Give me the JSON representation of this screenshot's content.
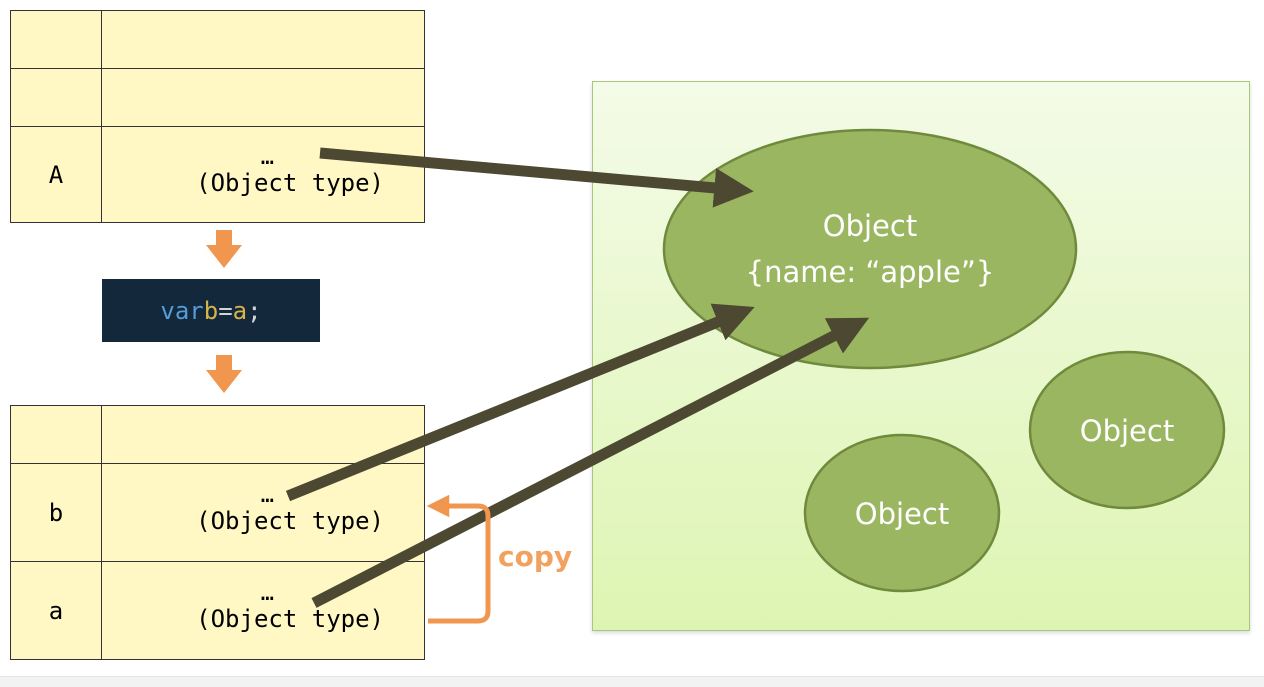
{
  "stack_top": {
    "rows": [
      {
        "name": "",
        "dots": "",
        "value": ""
      },
      {
        "name": "",
        "dots": "",
        "value": ""
      },
      {
        "name": "A",
        "dots": "…",
        "value": "(Object type)"
      }
    ]
  },
  "code": {
    "keyword": "var",
    "left": "b",
    "operator": "=",
    "right": "a",
    "end": ";"
  },
  "stack_bottom": {
    "rows": [
      {
        "name": "",
        "dots": "",
        "value": ""
      },
      {
        "name": "b",
        "dots": "…",
        "value": "(Object type)"
      },
      {
        "name": "a",
        "dots": "…",
        "value": "(Object type)"
      }
    ]
  },
  "copy_label": "copy",
  "heap": {
    "main_object": {
      "title": "Object",
      "content": "{name: “apple”}"
    },
    "object_2": "Object",
    "object_3": "Object"
  },
  "colors": {
    "stack_fill": "#fff8c5",
    "heap_fill": "#ddf5b2",
    "object_fill": "#9bb661",
    "arrow": "#4d4832",
    "flow_arrow": "#f0964f",
    "code_bg": "#13283a"
  }
}
